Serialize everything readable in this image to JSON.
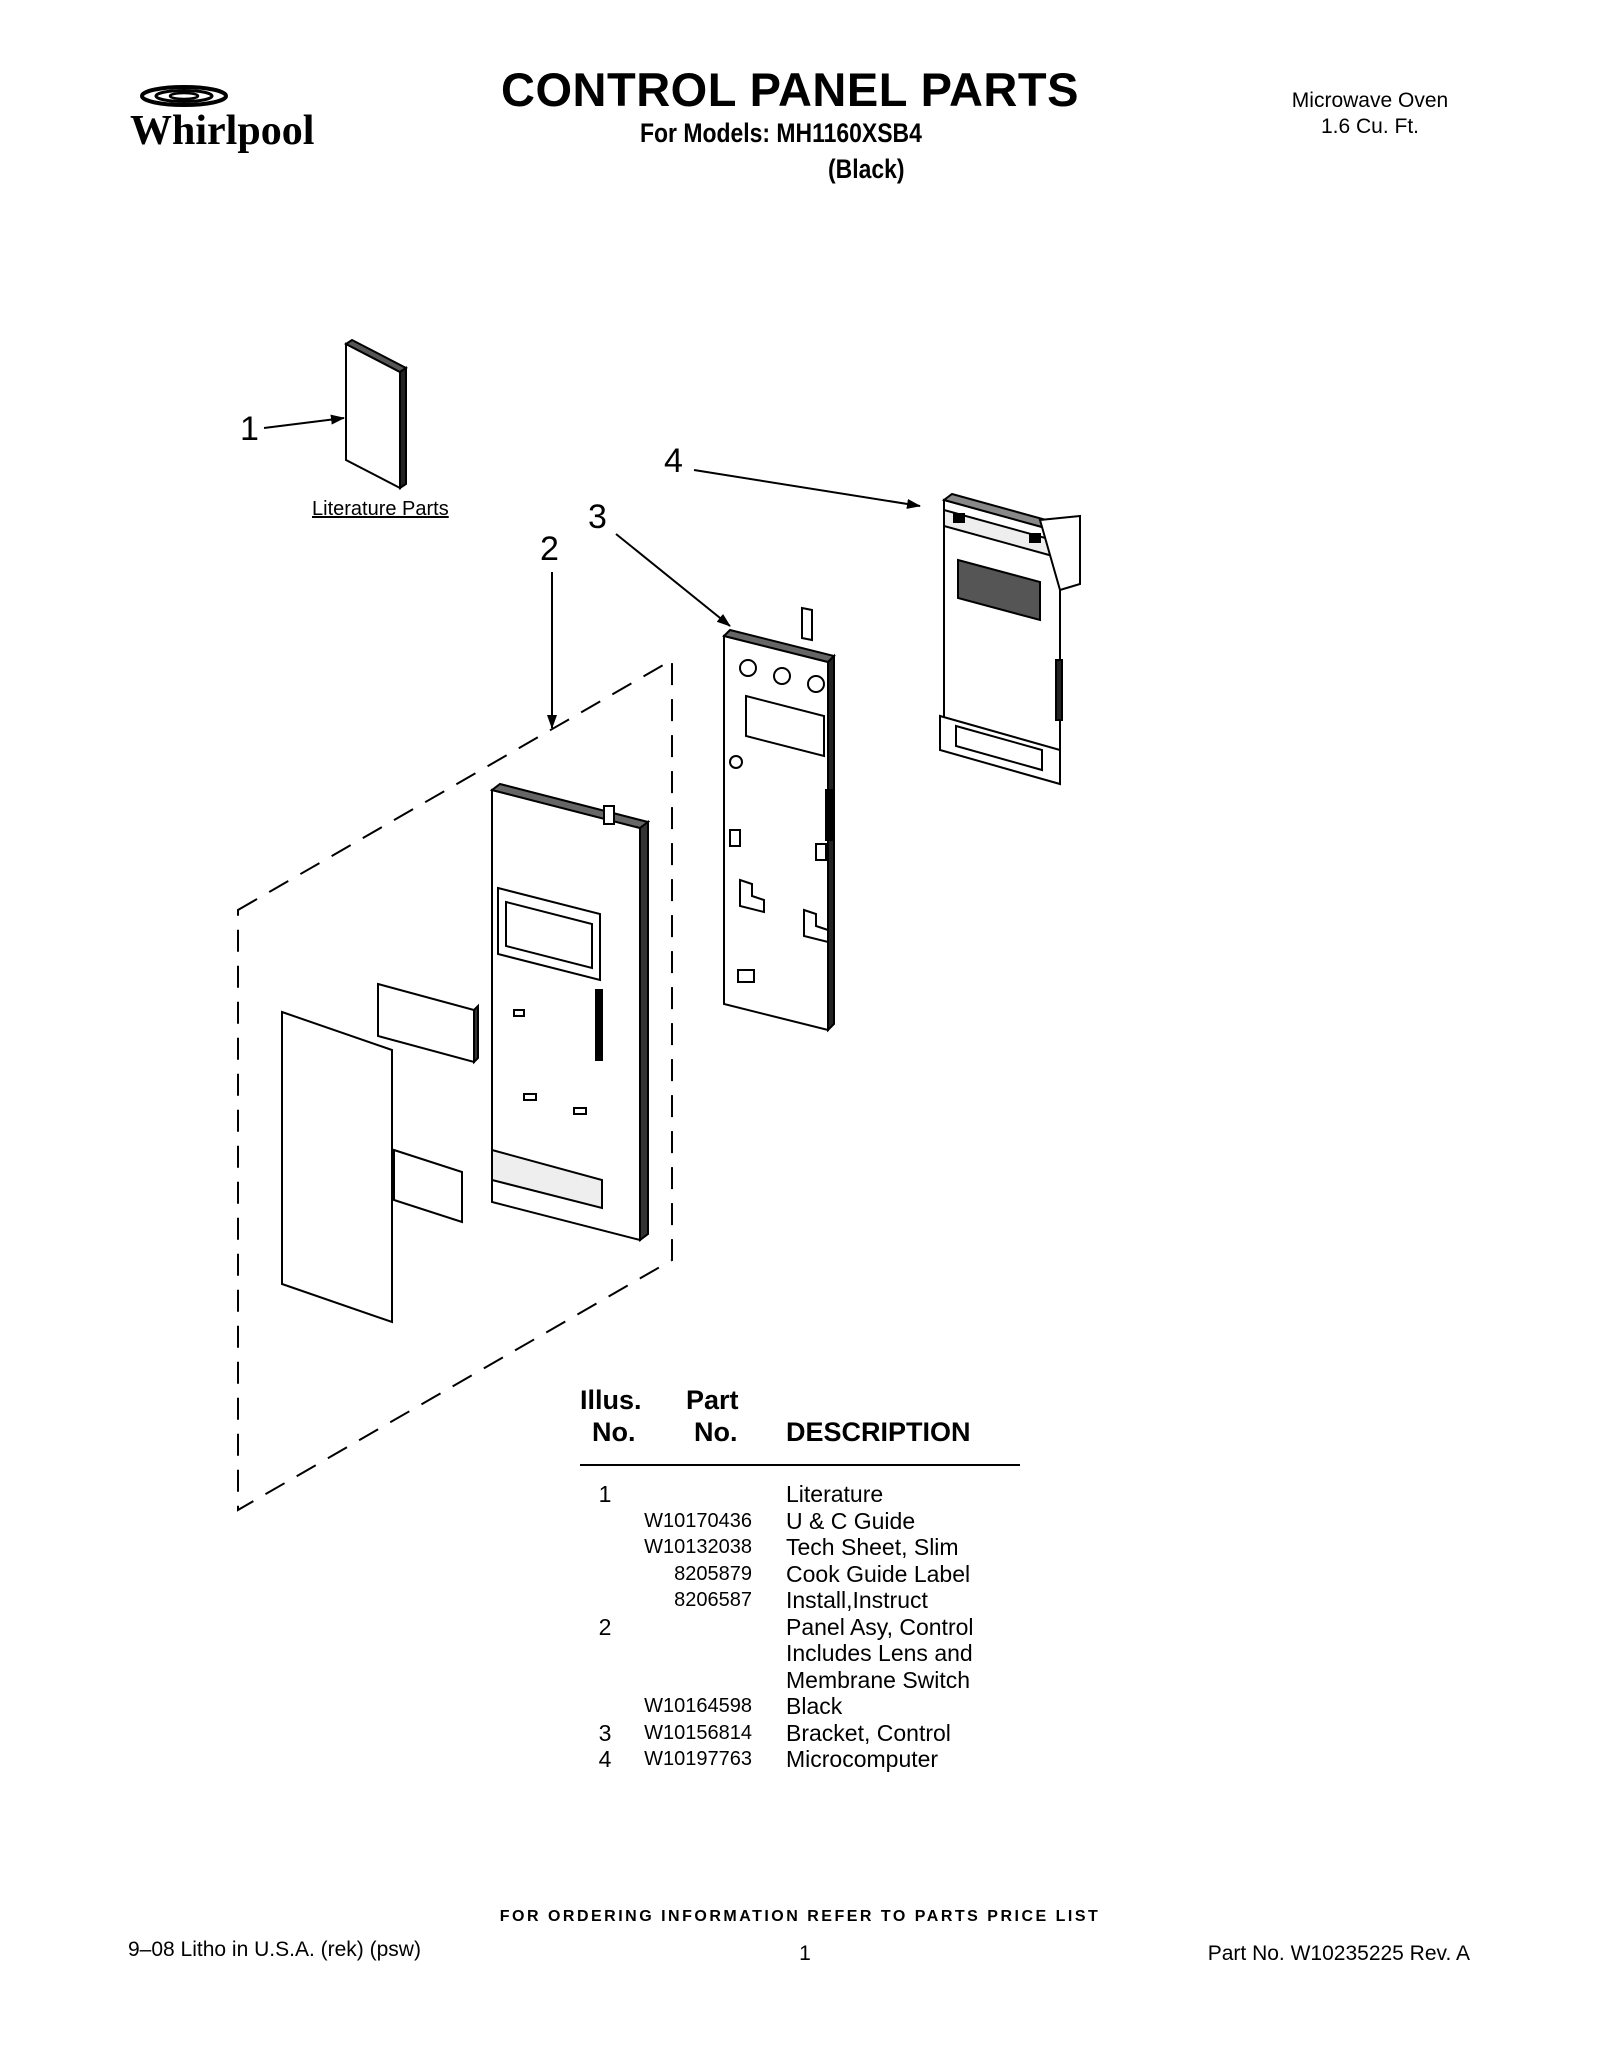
{
  "header": {
    "brand": "Whirlpool",
    "title": "CONTROL PANEL PARTS",
    "models": "For Models: MH1160XSB4",
    "variant": "(Black)",
    "product_line1": "Microwave Oven",
    "product_line2": "1.6 Cu. Ft."
  },
  "diagram": {
    "callouts": [
      "1",
      "2",
      "3",
      "4"
    ],
    "literature_label": "Literature Parts"
  },
  "table": {
    "header_illus_1": "Illus.",
    "header_illus_2": "No.",
    "header_part_1": "Part",
    "header_part_2": "No.",
    "header_desc": "DESCRIPTION",
    "rows": [
      {
        "no": "1",
        "part": "",
        "desc": "Literature"
      },
      {
        "no": "",
        "part": "W10170436",
        "desc": "U & C Guide"
      },
      {
        "no": "",
        "part": "W10132038",
        "desc": "Tech Sheet, Slim"
      },
      {
        "no": "",
        "part": "8205879",
        "desc": "Cook Guide Label"
      },
      {
        "no": "",
        "part": "8206587",
        "desc": "Install,Instruct"
      },
      {
        "no": "2",
        "part": "",
        "desc": "Panel Asy, Control"
      },
      {
        "no": "",
        "part": "",
        "desc": "Includes Lens and"
      },
      {
        "no": "",
        "part": "",
        "desc": "Membrane Switch"
      },
      {
        "no": "",
        "part": "W10164598",
        "desc": "Black"
      },
      {
        "no": "3",
        "part": "W10156814",
        "desc": "Bracket, Control"
      },
      {
        "no": "4",
        "part": "W10197763",
        "desc": "Microcomputer"
      }
    ]
  },
  "footer": {
    "ordering": "FOR ORDERING INFORMATION REFER TO PARTS PRICE LIST",
    "litho": "9–08 Litho in U.S.A. (rek) (psw)",
    "page": "1",
    "part_no": "Part No. W10235225 Rev. A"
  }
}
